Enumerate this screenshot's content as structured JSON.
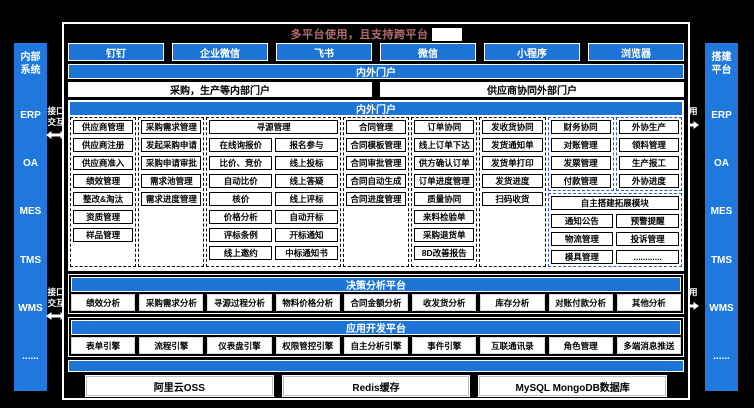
{
  "colors": {
    "accent_blue": "#1b74d6",
    "dash_blue": "#2b57c8",
    "title_red": "#b06c6c"
  },
  "header": {
    "title": "多平台使用，且支持跨平台"
  },
  "platform_buttons": [
    "钉钉",
    "企业微信",
    "飞书",
    "微信",
    "小程序",
    "浏览器"
  ],
  "portal": {
    "bar": "内外门户",
    "boxes": [
      "采购，生产等内部门户",
      "供应商协同外部门户"
    ]
  },
  "left_sidebar": {
    "title": "内部系统",
    "items": [
      "ERP",
      "OA",
      "MES",
      "TMS",
      "WMS",
      "......"
    ]
  },
  "right_sidebar": {
    "title": "搭建平台",
    "items": [
      "ERP",
      "OA",
      "MES",
      "TMS",
      "WMS",
      "......"
    ]
  },
  "connectors": {
    "left_label": "接口交互",
    "right_label": "调用"
  },
  "main": {
    "header": "内外门户",
    "col1": [
      "供应商管理",
      "供应商注册",
      "供应商准入",
      "绩效管理",
      "整改&淘汰",
      "资质管理",
      "样品管理"
    ],
    "col2": [
      "采购需求管理",
      "发起采购申请",
      "采购申请审批",
      "需求池管理",
      "需求进度管理"
    ],
    "col3": {
      "header": "寻源管理",
      "left": [
        "在线询报价",
        "比价、竞价",
        "自动比价",
        "核价",
        "价格分析",
        "评标条例",
        "线上邀约"
      ],
      "right": [
        "报名参与",
        "线上投标",
        "线上答疑",
        "线上评标",
        "自动开标",
        "开标通知",
        "中标通知书"
      ]
    },
    "col4": [
      "合同管理",
      "合同模板管理",
      "合同审批管理",
      "合同自动生成",
      "合同进度管理"
    ],
    "col5": [
      "订单协同",
      "线上订单下达",
      "供方确认订单",
      "订单进度管理",
      "质量协同",
      "来料检验单",
      "采购退货单",
      "8D改善报告"
    ],
    "col6": [
      "发收货协同",
      "发货通知单",
      "发货单打印",
      "发货进度",
      "扫码收货"
    ],
    "col7": [
      "财务协同",
      "对账管理",
      "发票管理",
      "付款管理"
    ],
    "col8": [
      "外协生产",
      "领料管理",
      "生产报工",
      "外协进度"
    ],
    "extension": {
      "header": "自主搭建拓展模块",
      "left": [
        "通知公告",
        "物流管理",
        "模具管理"
      ],
      "right": [
        "预警提醒",
        "投诉管理",
        "............"
      ]
    }
  },
  "decision": {
    "header": "决策分析平台",
    "items": [
      "绩效分析",
      "采购需求分析",
      "寻源过程分析",
      "物料价格分析",
      "合同金额分析",
      "收发货分析",
      "库存分析",
      "对账付款分析",
      "其他分析"
    ]
  },
  "appdev": {
    "header": "应用开发平台",
    "items": [
      "表单引擎",
      "流程引擎",
      "仪表盘引擎",
      "权限管控引擎",
      "自主分析引擎",
      "事件引擎",
      "互联通讯录",
      "角色管理",
      "多端消息推送"
    ]
  },
  "infrastructure": [
    "阿里云OSS",
    "Redis缓存",
    "MySQL MongoDB数据库"
  ]
}
